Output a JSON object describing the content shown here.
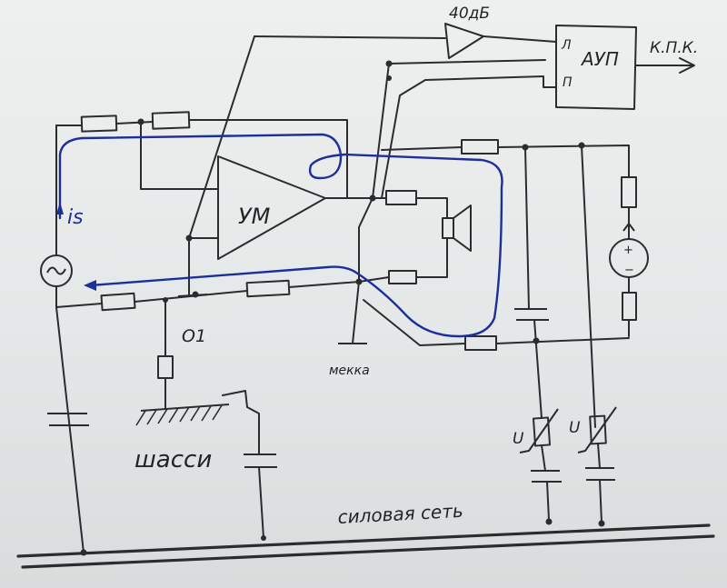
{
  "labels": {
    "amp_40db": "40дБ",
    "aup": "АУП",
    "aup_l": "Л",
    "aup_p": "П",
    "output": "К.П.К.",
    "amp_um": "УМ",
    "current": "is",
    "node_o1": "О1",
    "node_mecca": "мекка",
    "chassis": "шасси",
    "power_net": "силовая сеть",
    "varistor_1": "U",
    "varistor_2": "U",
    "battery_plus": "+",
    "battery_minus": "−"
  },
  "colors": {
    "ink": "#2b2b30",
    "loop": "#1c2f9a",
    "paper": "#e9ecec"
  },
  "icons": {
    "source": "ac-source-icon",
    "speaker": "speaker-icon",
    "battery": "battery-icon",
    "ground": "ground-icon",
    "chassis": "chassis-ground-icon"
  }
}
